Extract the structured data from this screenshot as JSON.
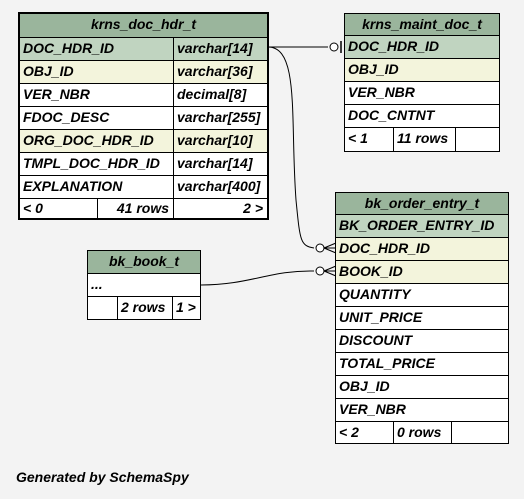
{
  "colors": {
    "background": "#f3f3f3",
    "table_header": "#9ab59c",
    "primary_key": "#c0d4c0",
    "foreign_key": "#f3f4dc",
    "column": "#ffffff"
  },
  "tables": [
    {
      "id": "krns_doc_hdr_t",
      "name": "krns_doc_hdr_t",
      "columns": [
        {
          "name": "DOC_HDR_ID",
          "type": "varchar[14]",
          "role": "pk"
        },
        {
          "name": "OBJ_ID",
          "type": "varchar[36]",
          "role": "fk"
        },
        {
          "name": "VER_NBR",
          "type": "decimal[8]",
          "role": "col"
        },
        {
          "name": "FDOC_DESC",
          "type": "varchar[255]",
          "role": "col"
        },
        {
          "name": "ORG_DOC_HDR_ID",
          "type": "varchar[10]",
          "role": "fk"
        },
        {
          "name": "TMPL_DOC_HDR_ID",
          "type": "varchar[14]",
          "role": "col"
        },
        {
          "name": "EXPLANATION",
          "type": "varchar[400]",
          "role": "col"
        }
      ],
      "stats": [
        "< 0",
        "41 rows",
        "2 >"
      ]
    },
    {
      "id": "krns_maint_doc_t",
      "name": "krns_maint_doc_t",
      "columns": [
        {
          "name": "DOC_HDR_ID",
          "role": "pk"
        },
        {
          "name": "OBJ_ID",
          "role": "fk"
        },
        {
          "name": "VER_NBR",
          "role": "col"
        },
        {
          "name": "DOC_CNTNT",
          "role": "col"
        }
      ],
      "stats": [
        "< 1",
        "11 rows"
      ]
    },
    {
      "id": "bk_order_entry_t",
      "name": "bk_order_entry_t",
      "columns": [
        {
          "name": "BK_ORDER_ENTRY_ID",
          "role": "pk"
        },
        {
          "name": "DOC_HDR_ID",
          "role": "fk"
        },
        {
          "name": "BOOK_ID",
          "role": "fk"
        },
        {
          "name": "QUANTITY",
          "role": "col"
        },
        {
          "name": "UNIT_PRICE",
          "role": "col"
        },
        {
          "name": "DISCOUNT",
          "role": "col"
        },
        {
          "name": "TOTAL_PRICE",
          "role": "col"
        },
        {
          "name": "OBJ_ID",
          "role": "col"
        },
        {
          "name": "VER_NBR",
          "role": "col"
        }
      ],
      "stats": [
        "< 2",
        "0 rows"
      ]
    },
    {
      "id": "bk_book_t",
      "name": "bk_book_t",
      "columns": [
        {
          "name": "...",
          "role": "col"
        }
      ],
      "stats": [
        "",
        "2 rows",
        "1 >"
      ]
    }
  ],
  "relationships": [
    {
      "from": "krns_maint_doc_t.DOC_HDR_ID",
      "to": "krns_doc_hdr_t.DOC_HDR_ID"
    },
    {
      "from": "bk_order_entry_t.DOC_HDR_ID",
      "to": "krns_doc_hdr_t.DOC_HDR_ID"
    },
    {
      "from": "bk_order_entry_t.BOOK_ID",
      "to": "bk_book_t"
    }
  ],
  "footer": "Generated by SchemaSpy"
}
